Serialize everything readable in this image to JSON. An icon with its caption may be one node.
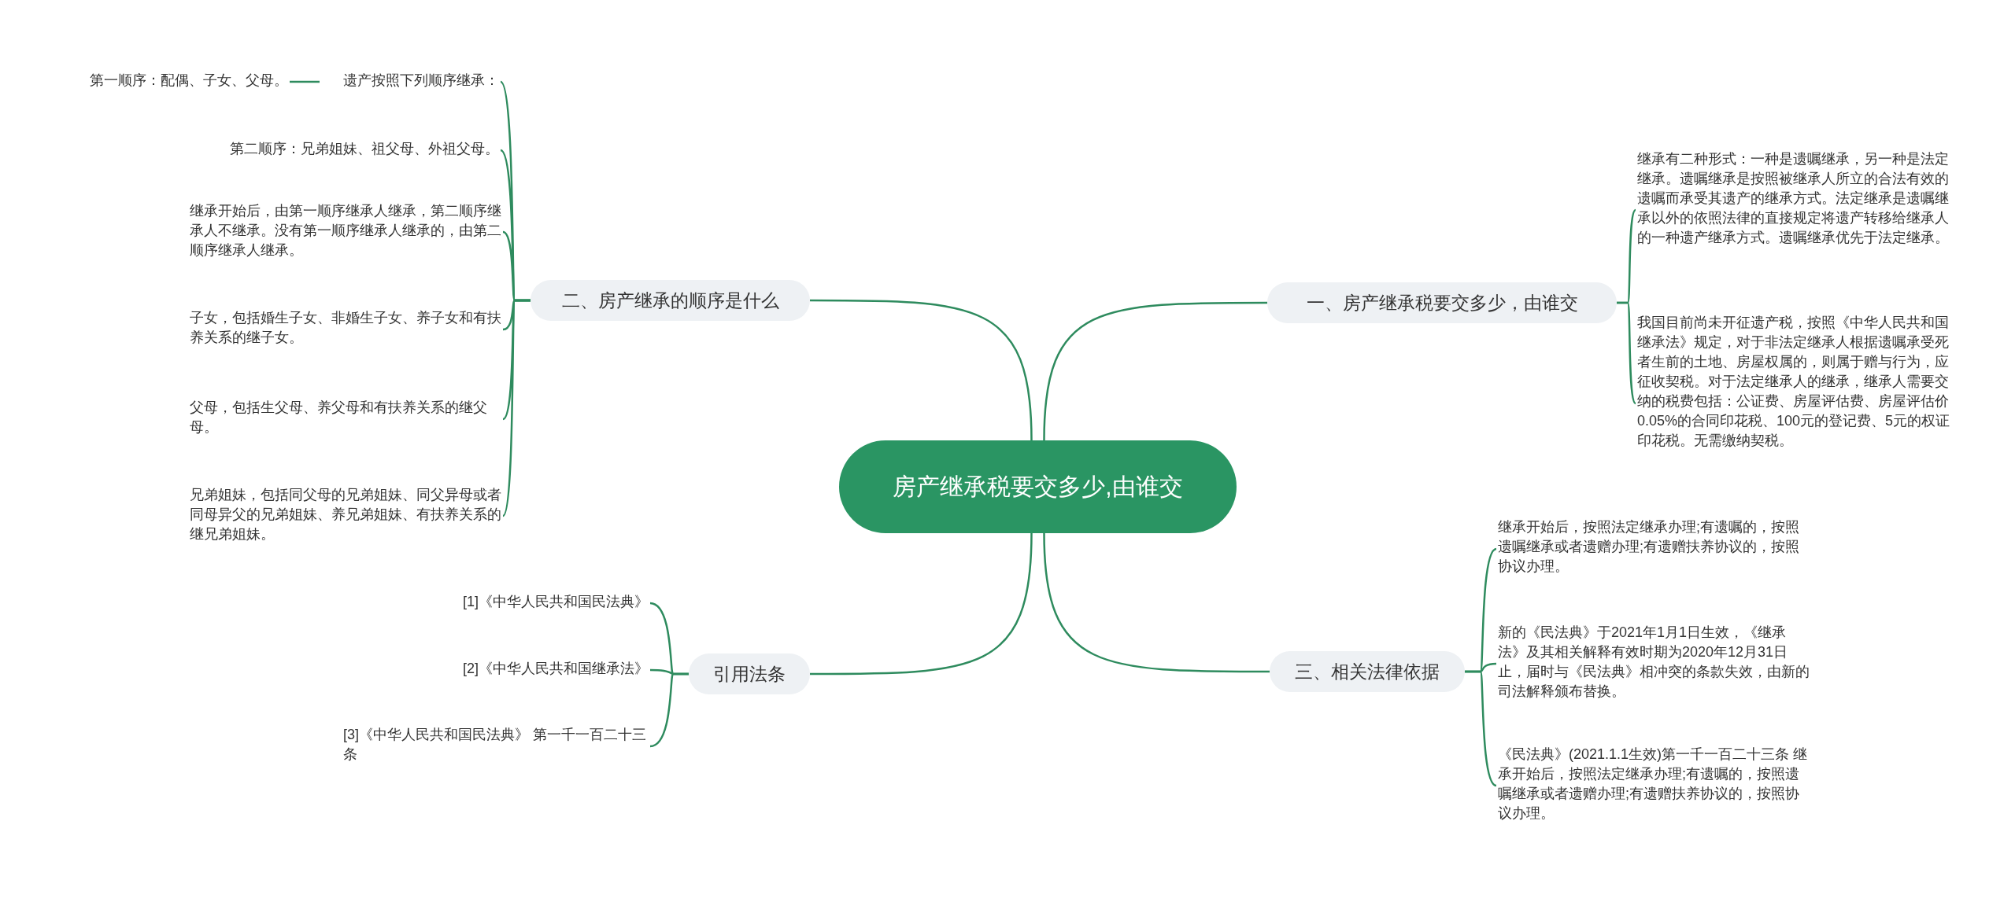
{
  "diagram": {
    "nodes": [
      {
        "text": [
          "房产继承税要交多少,由谁交"
        ]
      },
      {
        "text": [
          "二、房产继承的顺序是什么"
        ]
      },
      {
        "text": [
          "遗产按照下列顺序继承："
        ]
      },
      {
        "text": [
          "第一顺序：配偶、子女、父母。"
        ]
      },
      {
        "text": [
          "第二顺序：兄弟姐妹、祖父母、外祖父母。"
        ]
      },
      {
        "text": [
          "继承开始后，由第一顺序继承人继承，第二顺序继承人不继承。没有第一顺序继承人继承的，由第二顺序继承人继承。"
        ]
      },
      {
        "text": [
          "子女，包括婚生子女、非婚生子女、养子女和有扶养关系的继子女。"
        ]
      },
      {
        "text": [
          "父母，包括生父母、养父母和有扶养关系的继父母。"
        ]
      },
      {
        "text": [
          "兄弟姐妹，包括同父母的兄弟姐妹、同父异母或者同母异父的兄弟姐妹、养兄弟姐妹、有扶养关系的继兄弟姐妹。"
        ]
      },
      {
        "text": [
          "引用法条"
        ]
      },
      {
        "text": [
          "[1]《中华人民共和国民法典》"
        ]
      },
      {
        "text": [
          "[2]《中华人民共和国继承法》"
        ]
      },
      {
        "text": [
          "[3]《中华人民共和国民法典》 第一千一百二十三条"
        ]
      },
      {
        "text": [
          "一、房产继承税要交多少，由谁交"
        ]
      },
      {
        "text": [
          "继承有二种形式：一种是遗嘱继承，另一种是法定继承。遗嘱继承是按照被继承人所立的合法有效的遗嘱而承受其遗产的继承方式。法定继承是遗嘱继承以外的依照法律的直接规定将遗产转移给继承人的一种遗产继承方式。遗嘱继承优先于法定继承。"
        ]
      },
      {
        "text": [
          "我国目前尚未开征遗产税，按照《中华人民共和国继承法》规定，对于非法定继承人根据遗嘱承受死者生前的土地、房屋权属的，则属于赠与行为，应征收契税。对于法定继承人的继承，继承人需要交纳的税费包括：公证费、房屋评估费、房屋评估价0.05%的合同印花税、100元的登记费、5元的权证印花税。无需缴纳契税。"
        ]
      },
      {
        "text": [
          "三、相关法律依据"
        ]
      },
      {
        "text": [
          "继承开始后，按照法定继承办理;有遗嘱的，按照遗嘱继承或者遗赠办理;有遗赠扶养协议的，按照协议办理。"
        ]
      },
      {
        "text": [
          "新的《民法典》于2021年1月1日生效，《继承法》及其相关解释有效时期为2020年12月31日止，届时与《民法典》相冲突的条款失效，由新的司法解释颁布替换。"
        ]
      },
      {
        "text": [
          "《民法典》(2021.1.1生效)第一千一百二十三条 继承开始后，按照法定继承办理;有遗嘱的，按照遗嘱继承或者遗赠办理;有遗赠扶养协议的，按照协议办理。"
        ]
      }
    ],
    "edges": [
      {
        "from": 0,
        "to": 1,
        "arrow": "none"
      },
      {
        "from": 1,
        "to": 2,
        "arrow": "none"
      },
      {
        "from": 2,
        "to": 3,
        "arrow": "none"
      },
      {
        "from": 1,
        "to": 4,
        "arrow": "none"
      },
      {
        "from": 1,
        "to": 5,
        "arrow": "none"
      },
      {
        "from": 1,
        "to": 6,
        "arrow": "none"
      },
      {
        "from": 1,
        "to": 7,
        "arrow": "none"
      },
      {
        "from": 1,
        "to": 8,
        "arrow": "none"
      },
      {
        "from": 0,
        "to": 9,
        "arrow": "none"
      },
      {
        "from": 9,
        "to": 10,
        "arrow": "none"
      },
      {
        "from": 9,
        "to": 11,
        "arrow": "none"
      },
      {
        "from": 9,
        "to": 12,
        "arrow": "none"
      },
      {
        "from": 0,
        "to": 13,
        "arrow": "none"
      },
      {
        "from": 13,
        "to": 14,
        "arrow": "none"
      },
      {
        "from": 13,
        "to": 15,
        "arrow": "none"
      },
      {
        "from": 0,
        "to": 16,
        "arrow": "none"
      },
      {
        "from": 16,
        "to": 17,
        "arrow": "none"
      },
      {
        "from": 16,
        "to": 18,
        "arrow": "none"
      },
      {
        "from": 16,
        "to": 19,
        "arrow": "none"
      }
    ]
  }
}
